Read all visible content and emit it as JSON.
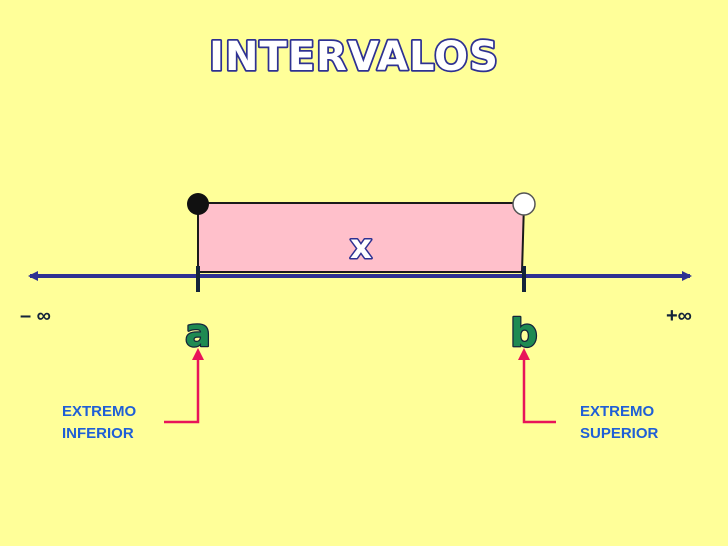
{
  "title": "INTERVALOS",
  "interval_variable": "x",
  "neg_infinity": "– ∞",
  "pos_infinity": "+∞",
  "endpoint_a": {
    "symbol": "a",
    "closed": true,
    "label_line1": "EXTREMO",
    "label_line2": "INFERIOR"
  },
  "endpoint_b": {
    "symbol": "b",
    "closed": false,
    "label_line1": "EXTREMO",
    "label_line2": "SUPERIOR"
  },
  "colors": {
    "background": "#ffff99",
    "number_line": "#2e3192",
    "interval_fill": "#ffc0cb",
    "title_fill": "#ffffff",
    "title_stroke": "#2e3192",
    "endpoint_letter_fill": "#1e8a52",
    "endpoint_letter_stroke": "#14243a",
    "pointer_arrow": "#e8145a",
    "label_text": "#1f5fd6"
  }
}
